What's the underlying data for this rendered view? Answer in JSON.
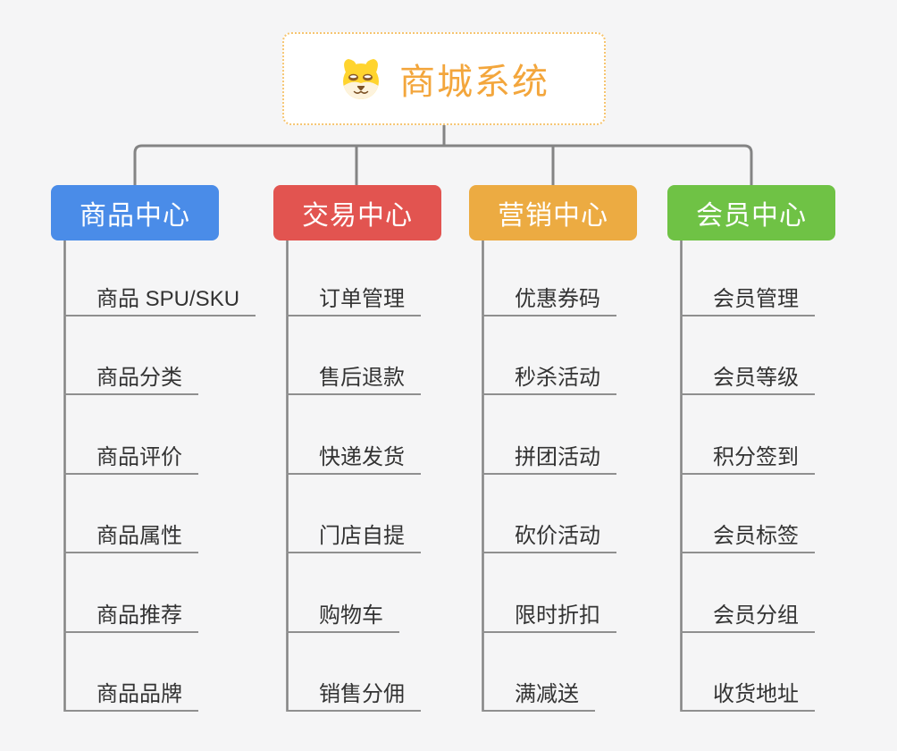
{
  "root": {
    "title": "商城系统",
    "icon": "dog-face-icon"
  },
  "branches": [
    {
      "label": "商品中心",
      "color": "#4a8ce8",
      "items": [
        "商品 SPU/SKU",
        "商品分类",
        "商品评价",
        "商品属性",
        "商品推荐",
        "商品品牌"
      ]
    },
    {
      "label": "交易中心",
      "color": "#e25450",
      "items": [
        "订单管理",
        "售后退款",
        "快递发货",
        "门店自提",
        "购物车",
        "销售分佣"
      ]
    },
    {
      "label": "营销中心",
      "color": "#ecab42",
      "items": [
        "优惠券码",
        "秒杀活动",
        "拼团活动",
        "砍价活动",
        "限时折扣",
        "满减送"
      ]
    },
    {
      "label": "会员中心",
      "color": "#6fc245",
      "items": [
        "会员管理",
        "会员等级",
        "积分签到",
        "会员标签",
        "会员分组",
        "收货地址"
      ]
    }
  ],
  "colors": {
    "background": "#f5f5f6",
    "root-border": "#f6c571",
    "root-title": "#f3a63c",
    "connector": "#848484",
    "leaf-underline": "#8f8f8f",
    "leaf-text": "#333333",
    "branch-text": "#ffffff"
  }
}
